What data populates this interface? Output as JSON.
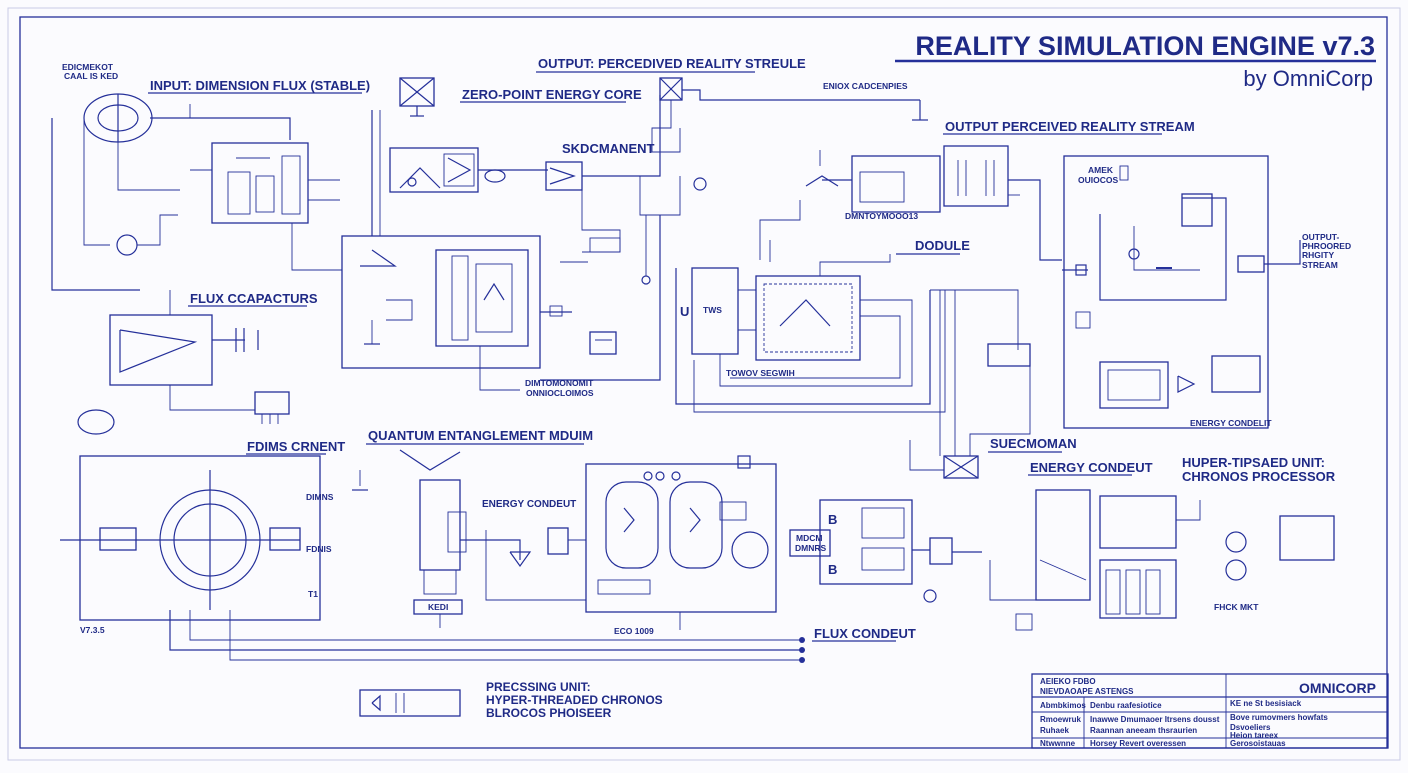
{
  "title": {
    "main": "REALITY SIMULATION ENGINE v7.3",
    "by": "by OmniCorp"
  },
  "headers": {
    "input_flux": "INPUT: DIMENSION FLUX (STABLE)",
    "output_strule": "OUTPUT: PERCEDIVED REALITY STREULE",
    "zero_point": "ZERO-POINT ENERGY CORE",
    "output_stream": "OUTPUT PERCEIVED REALITY STREAM",
    "flux_capacitors": "FLUX CCAPACTURS",
    "quantum": "QUANTUM ENTANGLEMENT MDUIM",
    "hyper_1": "HUPER-TIPSAED UNIT:",
    "hyper_2": "CHRONOS PROCESSOR",
    "energy_conduit_right": "ENERGY CONDEUT",
    "flux_conduit": "FLUX CONDEUT",
    "processing_1": "PRECSSING UNIT:",
    "processing_2": "HYPER-THREADED CHRONOS",
    "processing_3": "BLROCOS PHOISEER",
    "module": "DODULE",
    "subcomponent": "SKDCMANENT",
    "suecmoman": "SUECMOMAN"
  },
  "labels": {
    "top_left_1": "EDICMEKOT",
    "top_left_2": "CAAL IS KED",
    "enox": "ENIOX CADCENPIES",
    "dim_module": "DMNTOYMOOO13",
    "dim_node_1": "DIMTOMONOMIT",
    "dim_node_2": "ONNIOCLOIMOS",
    "output_side_1": "OUTPUT-",
    "output_side_2": "PHROORED",
    "output_side_3": "RHGITY",
    "output_side_4": "STREAM",
    "energy_conduit_lower": "ENERGY CONDELIT",
    "energy_conduit_mid": "ENERGY CONDEUT",
    "version": "V7.3.5",
    "fdims": "FDIMS CRNENT",
    "ambient_1": "AMEK",
    "ambient_2": "OUIOCOS",
    "tws": "TWS",
    "u_mark": "U",
    "lower_left": "TOWOV SEGWIH",
    "b_top": "B",
    "b_bottom": "B",
    "mdcm": "MDCM",
    "dmnrs": "DMNRS",
    "flux_mkt": "FHCK MKT",
    "counts": "ECO   1009",
    "kedi": "KEDI",
    "dims": "DIMNS",
    "fdims_2": "FDNIS",
    "t1": "T1"
  },
  "titleblock": {
    "project_1": "AEIEKO FDBO",
    "project_2": "NIEVDAOAPE ASTENGS",
    "brand": "OMNICORP",
    "rows": [
      [
        "Abmbkimos",
        "Denbu raafesiotice",
        "KE ne St besisiack"
      ],
      [
        "Rmoewruk",
        "Inawwe Dmumaoer Itrsens dousst",
        "Bove rumovmers howfats"
      ],
      [
        "Ruhaek",
        "Raannan aneeam thsraurien",
        "Dsvoeliers"
      ],
      [
        "Ntwwnne",
        "Horsey  Revert overessen",
        "Heion tareex"
      ]
    ],
    "last": "Gerosoistauas"
  }
}
